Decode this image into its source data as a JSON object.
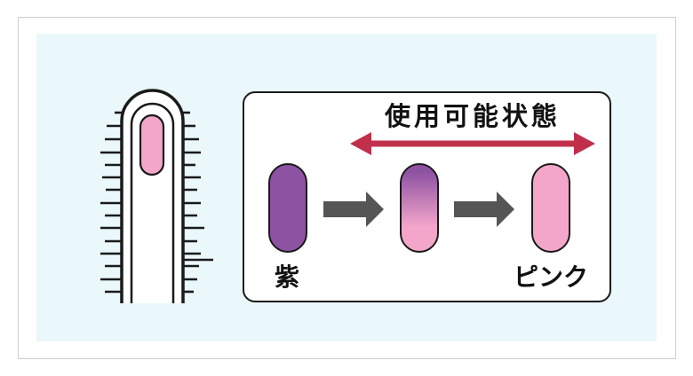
{
  "diagram": {
    "title": "使用可能状態",
    "start_label": "紫",
    "end_label": "ピンク"
  },
  "colors": {
    "panel_background": "#eaf7fb",
    "purple": "#8e52a3",
    "pink": "#f3a6ca",
    "usable_range_arrow": "#c0304b",
    "step_arrow": "#555555",
    "outline": "#1a1a1a"
  }
}
